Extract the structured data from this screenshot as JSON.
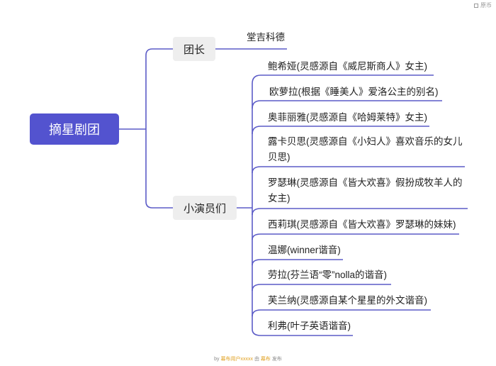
{
  "topbar": {
    "label": "原币"
  },
  "root": {
    "label": "摘星剧团"
  },
  "branches": [
    {
      "label": "团长",
      "children": [
        "堂吉科德"
      ]
    },
    {
      "label": "小演员们",
      "children": [
        "鲍希娅(灵感源自《威尼斯商人》女主)",
        "欧萝拉(根据《睡美人》爱洛公主的别名)",
        "奥菲丽雅(灵感源自《哈姆莱特》女主)",
        "露卡贝思(灵感源自《小妇人》喜欢音乐的女儿贝思)",
        "罗瑟琳(灵感源自《皆大欢喜》假扮成牧羊人的女主)",
        "西莉琪(灵感源自《皆大欢喜》罗瑟琳的妹妹)",
        "温娜(winner谐音)",
        "劳拉(芬兰语“零”nolla的谐音)",
        "芙兰纳(灵感源自某个星星的外文谐音)",
        "利弗(叶子英语谐音)"
      ]
    }
  ],
  "footer": {
    "prefix": "by ",
    "user": "幕布用户xxxxx",
    "middle": " 由 ",
    "brand": "幕布",
    "suffix": " 发布"
  },
  "colors": {
    "root": "#5353cf",
    "line": "#5b5bc7",
    "branch_bg": "#eeeeee"
  }
}
